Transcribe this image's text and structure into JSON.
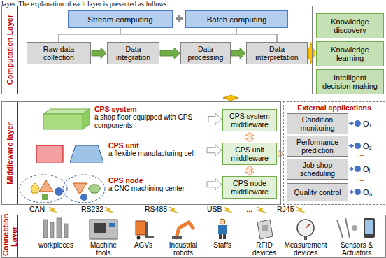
{
  "diagram": {
    "nodes": [
      {
        "text": [
          "Computation Layer"
        ]
      },
      {
        "text": [
          "Stream computing"
        ],
        "in": 0
      },
      {
        "text": [
          "Batch computing"
        ],
        "in": 0
      },
      {
        "text": [
          "Raw data collection"
        ],
        "in": 0
      },
      {
        "text": [
          "Data integration"
        ],
        "in": 0
      },
      {
        "text": [
          "Data processing"
        ],
        "in": 0
      },
      {
        "text": [
          "Data interpretation"
        ],
        "in": 0
      },
      {
        "text": [
          "Knowledge discovery"
        ]
      },
      {
        "text": [
          "Knowledge learning"
        ]
      },
      {
        "text": [
          "Intelligent decision making"
        ]
      },
      {
        "text": [
          "Middleware layer"
        ]
      },
      {
        "text": [
          "CPS system",
          "a shop floor equipped with CPS components"
        ],
        "in": 10
      },
      {
        "text": [
          "CPS system middleware"
        ],
        "in": 10
      },
      {
        "text": [
          "CPS unit",
          "a flexible manufacturing cell"
        ],
        "in": 10
      },
      {
        "text": [
          "CPS unit middleware"
        ],
        "in": 10
      },
      {
        "text": [
          "CPS node",
          "a CNC machining center"
        ],
        "in": 10
      },
      {
        "text": [
          "CPS node middleware"
        ],
        "in": 10
      },
      {
        "text": [
          "External applications"
        ]
      },
      {
        "text": [
          "Condition monitoring"
        ],
        "in": 17
      },
      {
        "text": [
          "Performance prediction"
        ],
        "in": 17
      },
      {
        "text": [
          "Job shop scheduling"
        ],
        "in": 17
      },
      {
        "text": [
          "Quality control"
        ],
        "in": 17
      },
      {
        "text": [
          "O₁"
        ],
        "in": 17
      },
      {
        "text": [
          "O₂"
        ],
        "in": 17
      },
      {
        "text": [
          "Oᵢ"
        ],
        "in": 17
      },
      {
        "text": [
          "Oₙ"
        ],
        "in": 17
      },
      {
        "text": [
          "Connection Layer"
        ]
      }
    ],
    "edges": [
      {
        "from": 3,
        "to": 4,
        "arrow": "to"
      },
      {
        "from": 4,
        "to": 5,
        "arrow": "to"
      },
      {
        "from": 5,
        "to": 6,
        "arrow": "to"
      },
      {
        "from": 6,
        "to": 8,
        "arrow": "to"
      },
      {
        "from": 0,
        "to": 10,
        "arrow": "both"
      },
      {
        "from": 11,
        "to": 12,
        "arrow": "to"
      },
      {
        "from": 13,
        "to": 14,
        "arrow": "to"
      },
      {
        "from": 15,
        "to": 16,
        "arrow": "to"
      },
      {
        "from": 12,
        "to": 14,
        "arrow": "both"
      },
      {
        "from": 14,
        "to": 16,
        "arrow": "both"
      },
      {
        "from": 14,
        "to": 17,
        "arrow": "both"
      },
      {
        "from": 18,
        "to": 22,
        "arrow": "to"
      },
      {
        "from": 19,
        "to": 23,
        "arrow": "to"
      },
      {
        "from": 20,
        "to": 24,
        "arrow": "to"
      },
      {
        "from": 21,
        "to": 25,
        "arrow": "to"
      }
    ],
    "labels": [
      "layer. The explanation of each layer is presented as follows.",
      "CAN",
      "RS232",
      "RS485",
      "USB",
      "...",
      "RJ45",
      "workpieces",
      "Machine tools",
      "AGVs",
      "Industrial robots",
      "Staffs",
      "RFID devices",
      "Measurement devices",
      "Sensors & Actuators",
      "...",
      "..."
    ]
  }
}
